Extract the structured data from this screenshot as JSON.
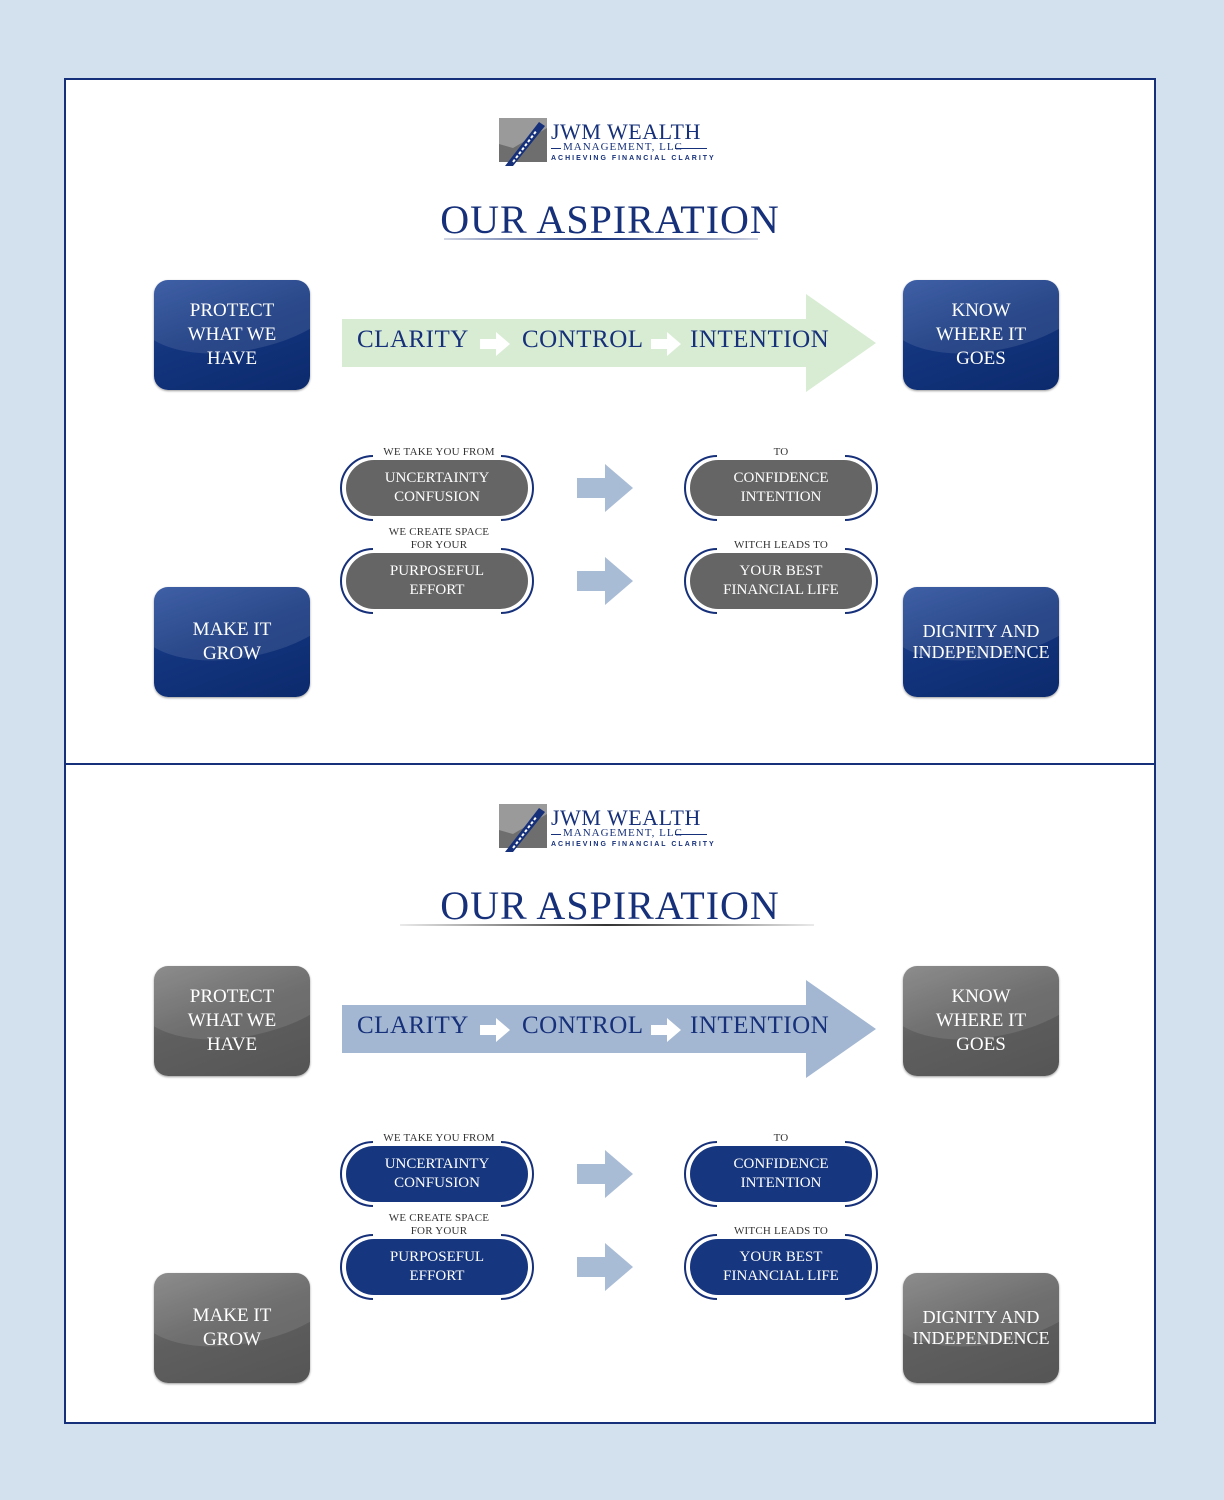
{
  "colors": {
    "page_bg": "#d3e0ee",
    "navy": "#16307a",
    "box_blue": "#13357e",
    "box_gray": "#5f5f5f",
    "arrow_green": "#d7ecd2",
    "arrow_blue": "#a3b7d2",
    "pill_gray": "#656565",
    "pill_blue": "#16367f"
  },
  "logo": {
    "name": "JWM WEALTH",
    "sub": "MANAGEMENT, LLC",
    "tagline": "ACHIEVING FINANCIAL CLARITY"
  },
  "title": "OUR ASPIRATION",
  "flow": {
    "steps": [
      "CLARITY",
      "CONTROL",
      "INTENTION"
    ]
  },
  "boxes": {
    "protect": "PROTECT\nWHAT WE\nHAVE",
    "know": "KNOW\nWHERE IT\nGOES",
    "grow": "MAKE IT\nGROW",
    "dignity": "DIGNITY AND\nINDEPENDENCE"
  },
  "captions": {
    "from": "WE TAKE YOU FROM",
    "to": "TO",
    "space": "WE CREATE SPACE\nFOR YOUR",
    "leads": "WITCH LEADS TO"
  },
  "pills": {
    "uncertainty": "UNCERTAINTY\nCONFUSION",
    "confidence": "CONFIDENCE\nINTENTION",
    "effort": "PURPOSEFUL\nEFFORT",
    "best": "YOUR BEST\nFINANCIAL LIFE"
  },
  "panels": [
    {
      "variant": "blue-green"
    },
    {
      "variant": "gray-blue"
    }
  ]
}
